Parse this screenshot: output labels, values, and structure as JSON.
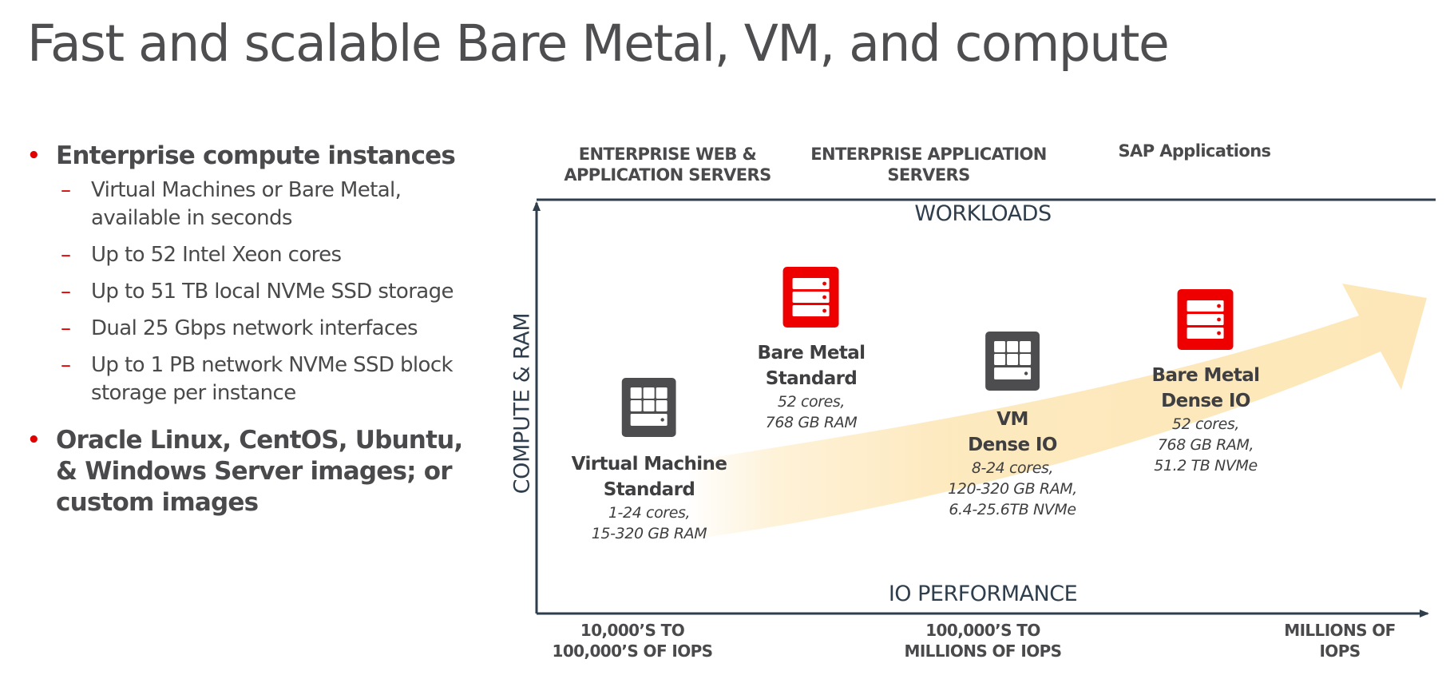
{
  "slide": {
    "title": "Fast and scalable Bare Metal, VM, and compute"
  },
  "bullets": [
    {
      "text": "Enterprise compute instances",
      "sub": [
        "Virtual Machines or Bare Metal, available in seconds",
        "Up to 52 Intel Xeon cores",
        "Up to 51 TB local NVMe SSD storage",
        "Dual 25 Gbps network interfaces",
        "Up to 1 PB network NVMe SSD block storage per instance"
      ]
    },
    {
      "text": "Oracle Linux, CentOS, Ubuntu, & Windows Server images; or custom images",
      "sub": []
    }
  ],
  "diagram": {
    "workloads_axis_title": "WORKLOADS",
    "io_axis_title": "IO PERFORMANCE",
    "y_axis_title": "COMPUTE & RAM",
    "workloads": [
      {
        "line1": "ENTERPRISE WEB &",
        "line2": "APPLICATION SERVERS"
      },
      {
        "line1": "ENTERPRISE APPLICATION",
        "line2": "SERVERS"
      },
      {
        "line1": "SAP Applications",
        "line2": ""
      }
    ],
    "io_levels": [
      {
        "line1": "10,000’S TO",
        "line2": "100,000’S OF IOPS"
      },
      {
        "line1": "100,000’S TO",
        "line2": "MILLIONS OF IOPS"
      },
      {
        "line1": "MILLIONS OF",
        "line2": "IOPS"
      }
    ],
    "nodes": [
      {
        "icon": "vm-icon",
        "name1": "Virtual Machine",
        "name2": "Standard",
        "specs": [
          "1-24 cores,",
          "15-320 GB RAM"
        ]
      },
      {
        "icon": "bare-metal-server-icon",
        "name1": "Bare Metal",
        "name2": "Standard",
        "specs": [
          "52 cores,",
          "768 GB RAM"
        ]
      },
      {
        "icon": "vm-icon",
        "name1": "VM",
        "name2": "Dense IO",
        "specs": [
          "8-24 cores,",
          "120-320 GB RAM,",
          "6.4-25.6TB NVMe"
        ]
      },
      {
        "icon": "bare-metal-server-icon",
        "name1": "Bare Metal",
        "name2": "Dense IO",
        "specs": [
          "52 cores,",
          "768 GB RAM,",
          "51.2 TB NVMe"
        ]
      }
    ]
  },
  "colors": {
    "accent_red": "#ee0000",
    "vm_icon_gray": "#4d4d4f",
    "axis": "#2f3e4c",
    "arrow_fill": "#fde7b8",
    "text": "#4a4a4c"
  }
}
